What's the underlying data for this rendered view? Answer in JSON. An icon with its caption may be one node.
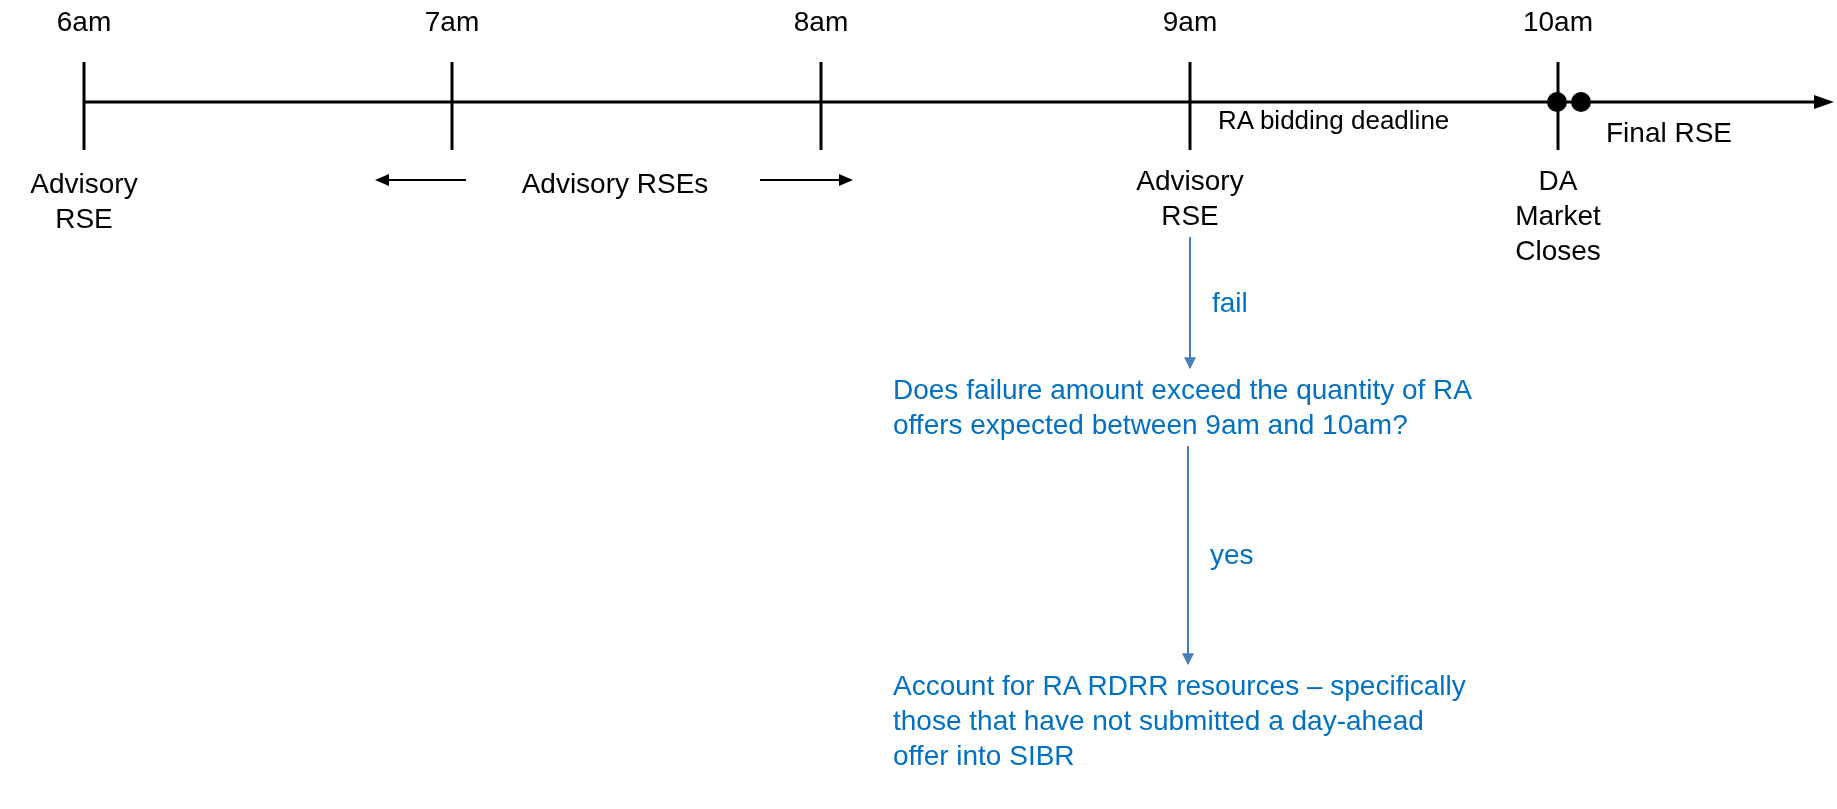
{
  "diagram": {
    "nodes": [
      {
        "text": [
          "Advisory RSE"
        ]
      },
      {
        "text": [
          "Does failure amount exceed the quantity of RA offers expected between 9am and 10am?"
        ]
      },
      {
        "text": [
          "Account for RA RDRR resources – specifically those that have not submitted a day-ahead offer into SIBR"
        ]
      }
    ],
    "edges": [
      {
        "from": 0,
        "to": 1,
        "arrow": "to",
        "label": "fail"
      },
      {
        "from": 1,
        "to": 2,
        "arrow": "to",
        "label": "yes"
      }
    ],
    "labels": [
      "6am",
      "7am",
      "8am",
      "9am",
      "10am",
      "Advisory RSE",
      "Advisory RSEs",
      "RA bidding deadline",
      "Final RSE",
      "DA Market Closes"
    ]
  }
}
